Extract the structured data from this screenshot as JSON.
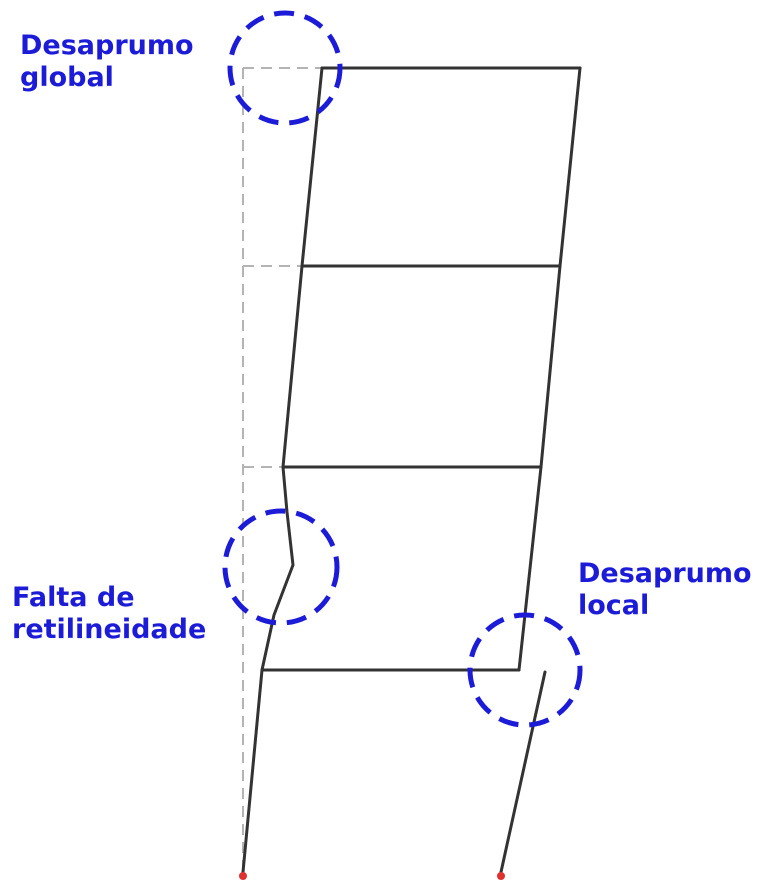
{
  "labels": {
    "global_out_of_plumb": [
      "Desaprumo",
      "global"
    ],
    "lack_of_straightness": [
      "Falta de",
      "retilineidade"
    ],
    "local_out_of_plumb": [
      "Desaprumo",
      "local"
    ]
  },
  "colors": {
    "frame_line": "#333333",
    "reference_dashed_line": "#b4b4b4",
    "highlight_circle": "#1c1cd8",
    "label_text": "#1c1cd8",
    "support_marker": "#e03030"
  }
}
